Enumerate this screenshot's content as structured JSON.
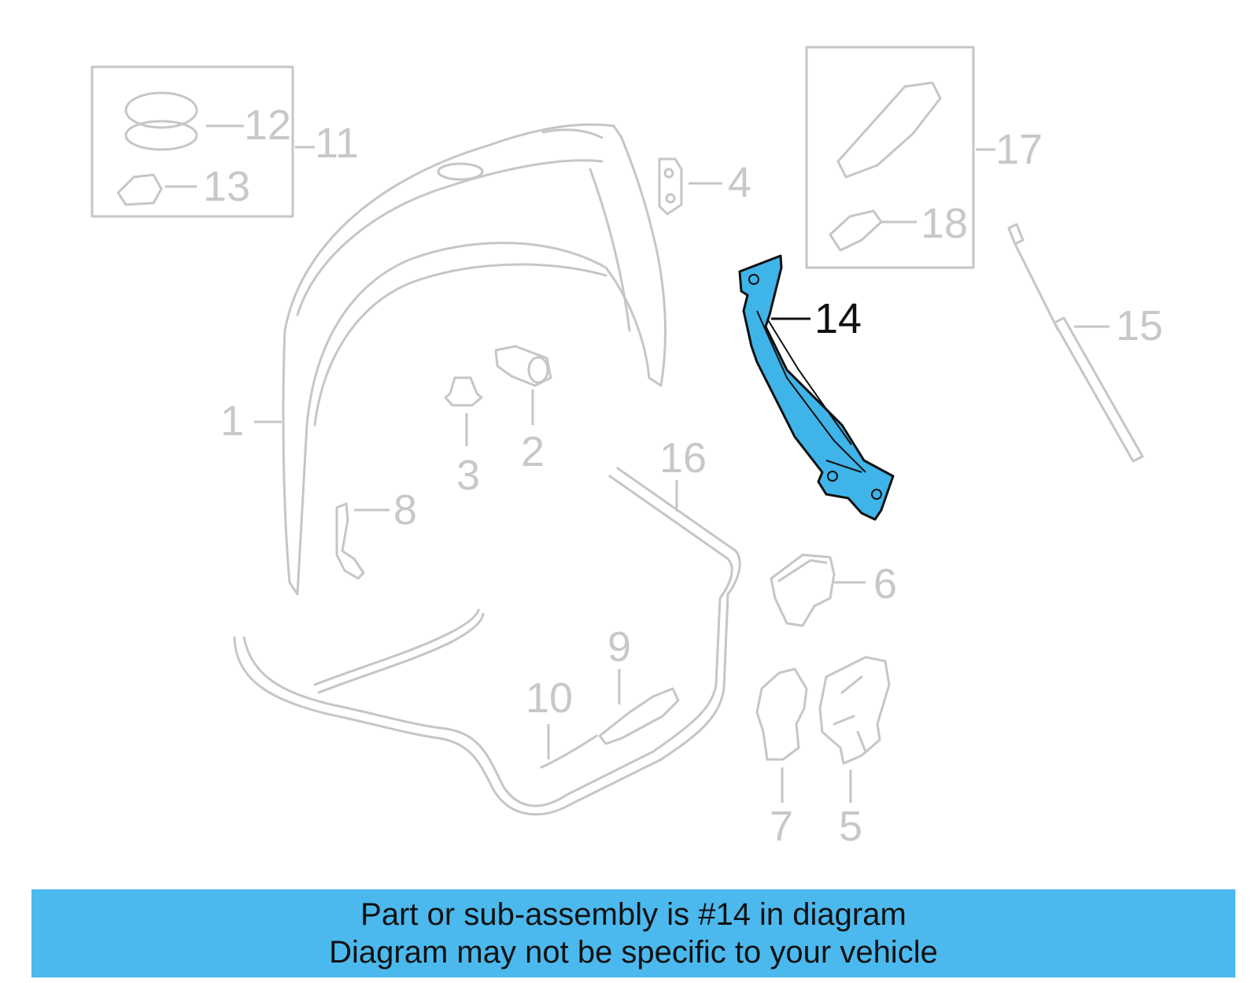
{
  "diagram": {
    "highlight_part": "14",
    "highlight_color": "#3fb4e9",
    "ghost_color": "#c6c6c6",
    "callouts": [
      {
        "id": "1",
        "label": "1"
      },
      {
        "id": "2",
        "label": "2"
      },
      {
        "id": "3",
        "label": "3"
      },
      {
        "id": "4",
        "label": "4"
      },
      {
        "id": "5",
        "label": "5"
      },
      {
        "id": "6",
        "label": "6"
      },
      {
        "id": "7",
        "label": "7"
      },
      {
        "id": "8",
        "label": "8"
      },
      {
        "id": "9",
        "label": "9"
      },
      {
        "id": "10",
        "label": "10"
      },
      {
        "id": "11",
        "label": "11"
      },
      {
        "id": "12",
        "label": "12"
      },
      {
        "id": "13",
        "label": "13"
      },
      {
        "id": "14",
        "label": "14"
      },
      {
        "id": "15",
        "label": "15"
      },
      {
        "id": "16",
        "label": "16"
      },
      {
        "id": "17",
        "label": "17"
      },
      {
        "id": "18",
        "label": "18"
      }
    ]
  },
  "banner": {
    "line1": "Part or sub-assembly is #14 in diagram",
    "line2": "Diagram may not be specific to your vehicle",
    "color": "#4bb9ee"
  }
}
